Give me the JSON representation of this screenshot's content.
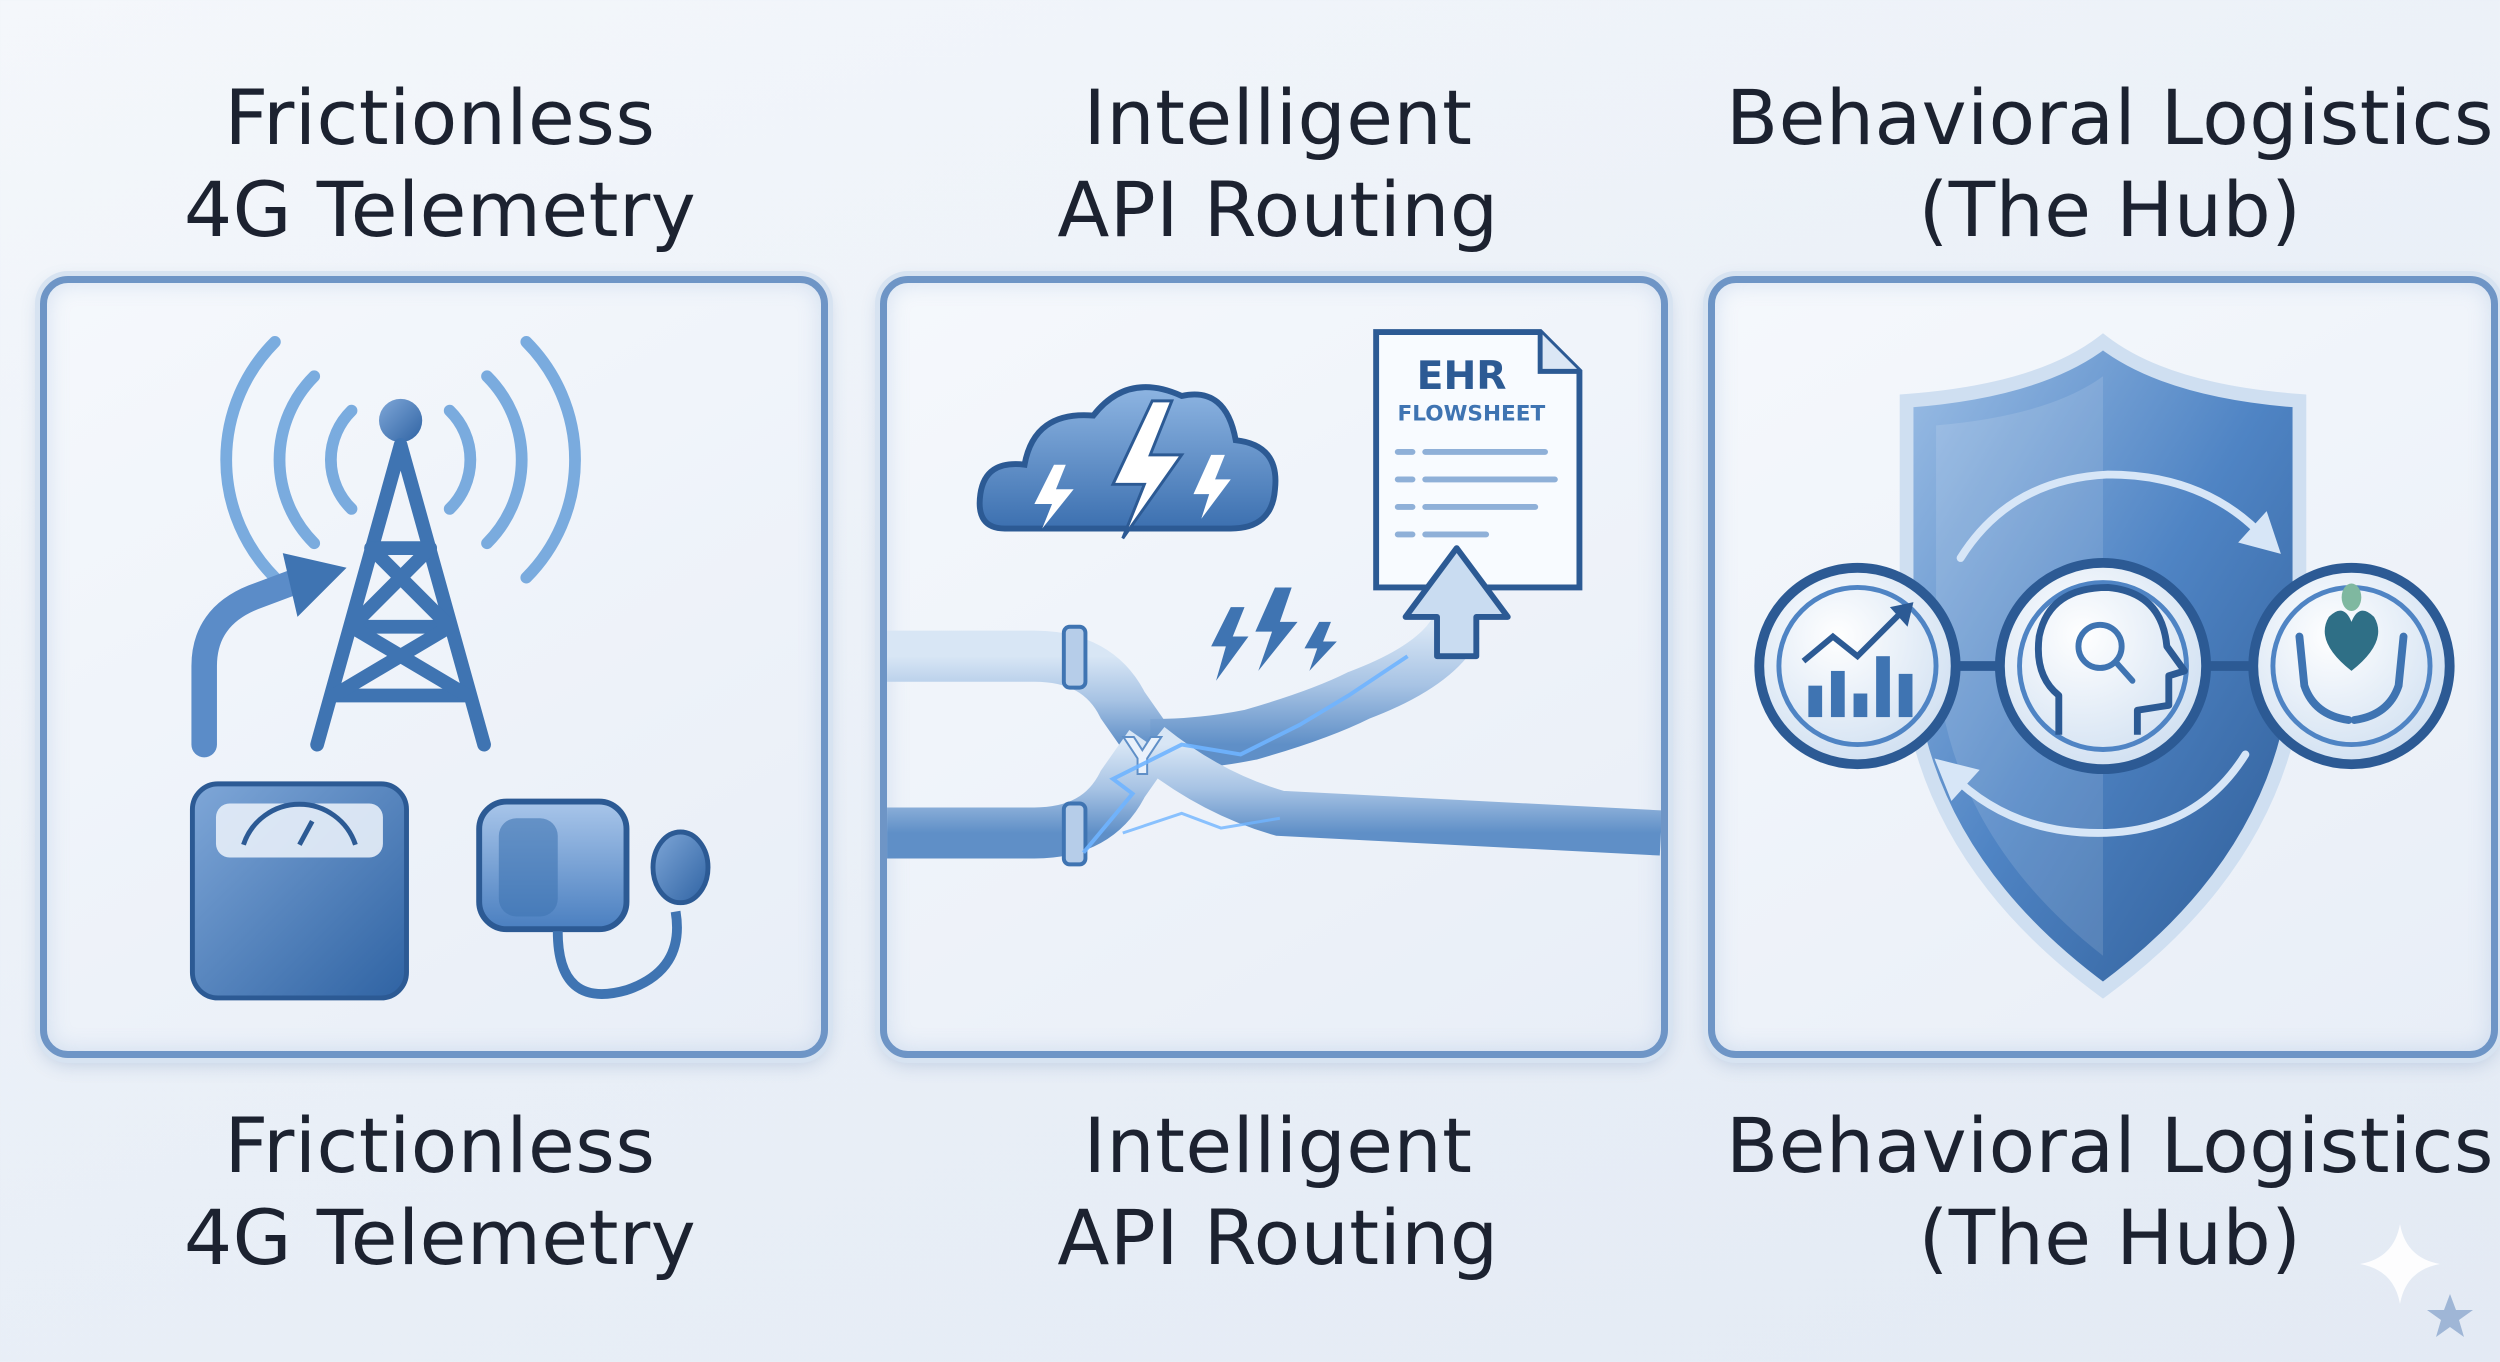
{
  "panels": [
    {
      "title_line1": "Frictionless",
      "title_line2": "4G Telemetry",
      "caption_line1": "Frictionless",
      "caption_line2": "4G Telemetry"
    },
    {
      "title_line1": "Intelligent",
      "title_line2": "API Routing",
      "caption_line1": "Intelligent",
      "caption_line2": "API Routing",
      "document_title": "EHR",
      "document_subtitle": "FLOWSHEET",
      "junction_label": "Y"
    },
    {
      "title_line1": "Behavioral Logistics",
      "title_line2": "(The Hub)",
      "caption_line1": "Behavioral Logistics",
      "caption_line2": "(The Hub)"
    }
  ],
  "icons": {
    "panel1": [
      "cell-tower-icon",
      "signal-waves-icon",
      "arrow-up-icon",
      "weight-scale-icon",
      "blood-pressure-cuff-icon"
    ],
    "panel2": [
      "storm-cloud-icon",
      "lightning-icon",
      "ehr-document-icon",
      "pipe-junction-icon",
      "arrow-up-icon"
    ],
    "panel3": [
      "shield-icon",
      "chart-icon",
      "head-gear-icon",
      "heart-hands-icon",
      "cycle-arrows-icon"
    ]
  },
  "colors": {
    "accent": "#3f74b2",
    "accent_dark": "#2c5a94",
    "frame": "#6e95c6",
    "text": "#1c2230"
  }
}
